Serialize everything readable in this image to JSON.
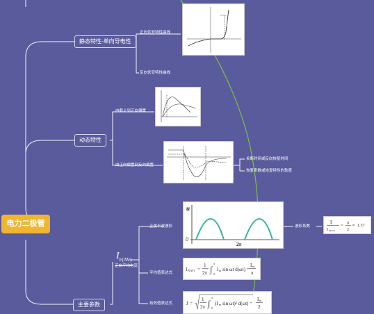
{
  "root": {
    "label": "电力二极管"
  },
  "branches": {
    "static": {
      "label": "静态特性-单向导电性",
      "items": [
        "正向伏安特性曲线",
        "反向伏安特性曲线"
      ]
    },
    "dynamic": {
      "label": "动态特性",
      "items": [
        "由截止到正向偏置",
        "由正向偏置到反向偏置"
      ],
      "sub_items": [
        "关断时间或反向恢复时间",
        "恢复系数或恢复特性的软度"
      ]
    },
    "params": {
      "label": "主要参数",
      "symbol": "I",
      "symbol_sub": "F(AV)",
      "symbol_caption": "正向平均电流",
      "items": [
        "正弦半波波形",
        "平均值表达式",
        "有效值表达式"
      ],
      "ratio_label": "波形系数",
      "ratio_value": "1.57",
      "waveform_tick": "2π"
    }
  },
  "colors": {
    "background": "#5a5b9c",
    "root": "#f0b631",
    "curve": "#7ac143",
    "wave": "#36b49f"
  }
}
